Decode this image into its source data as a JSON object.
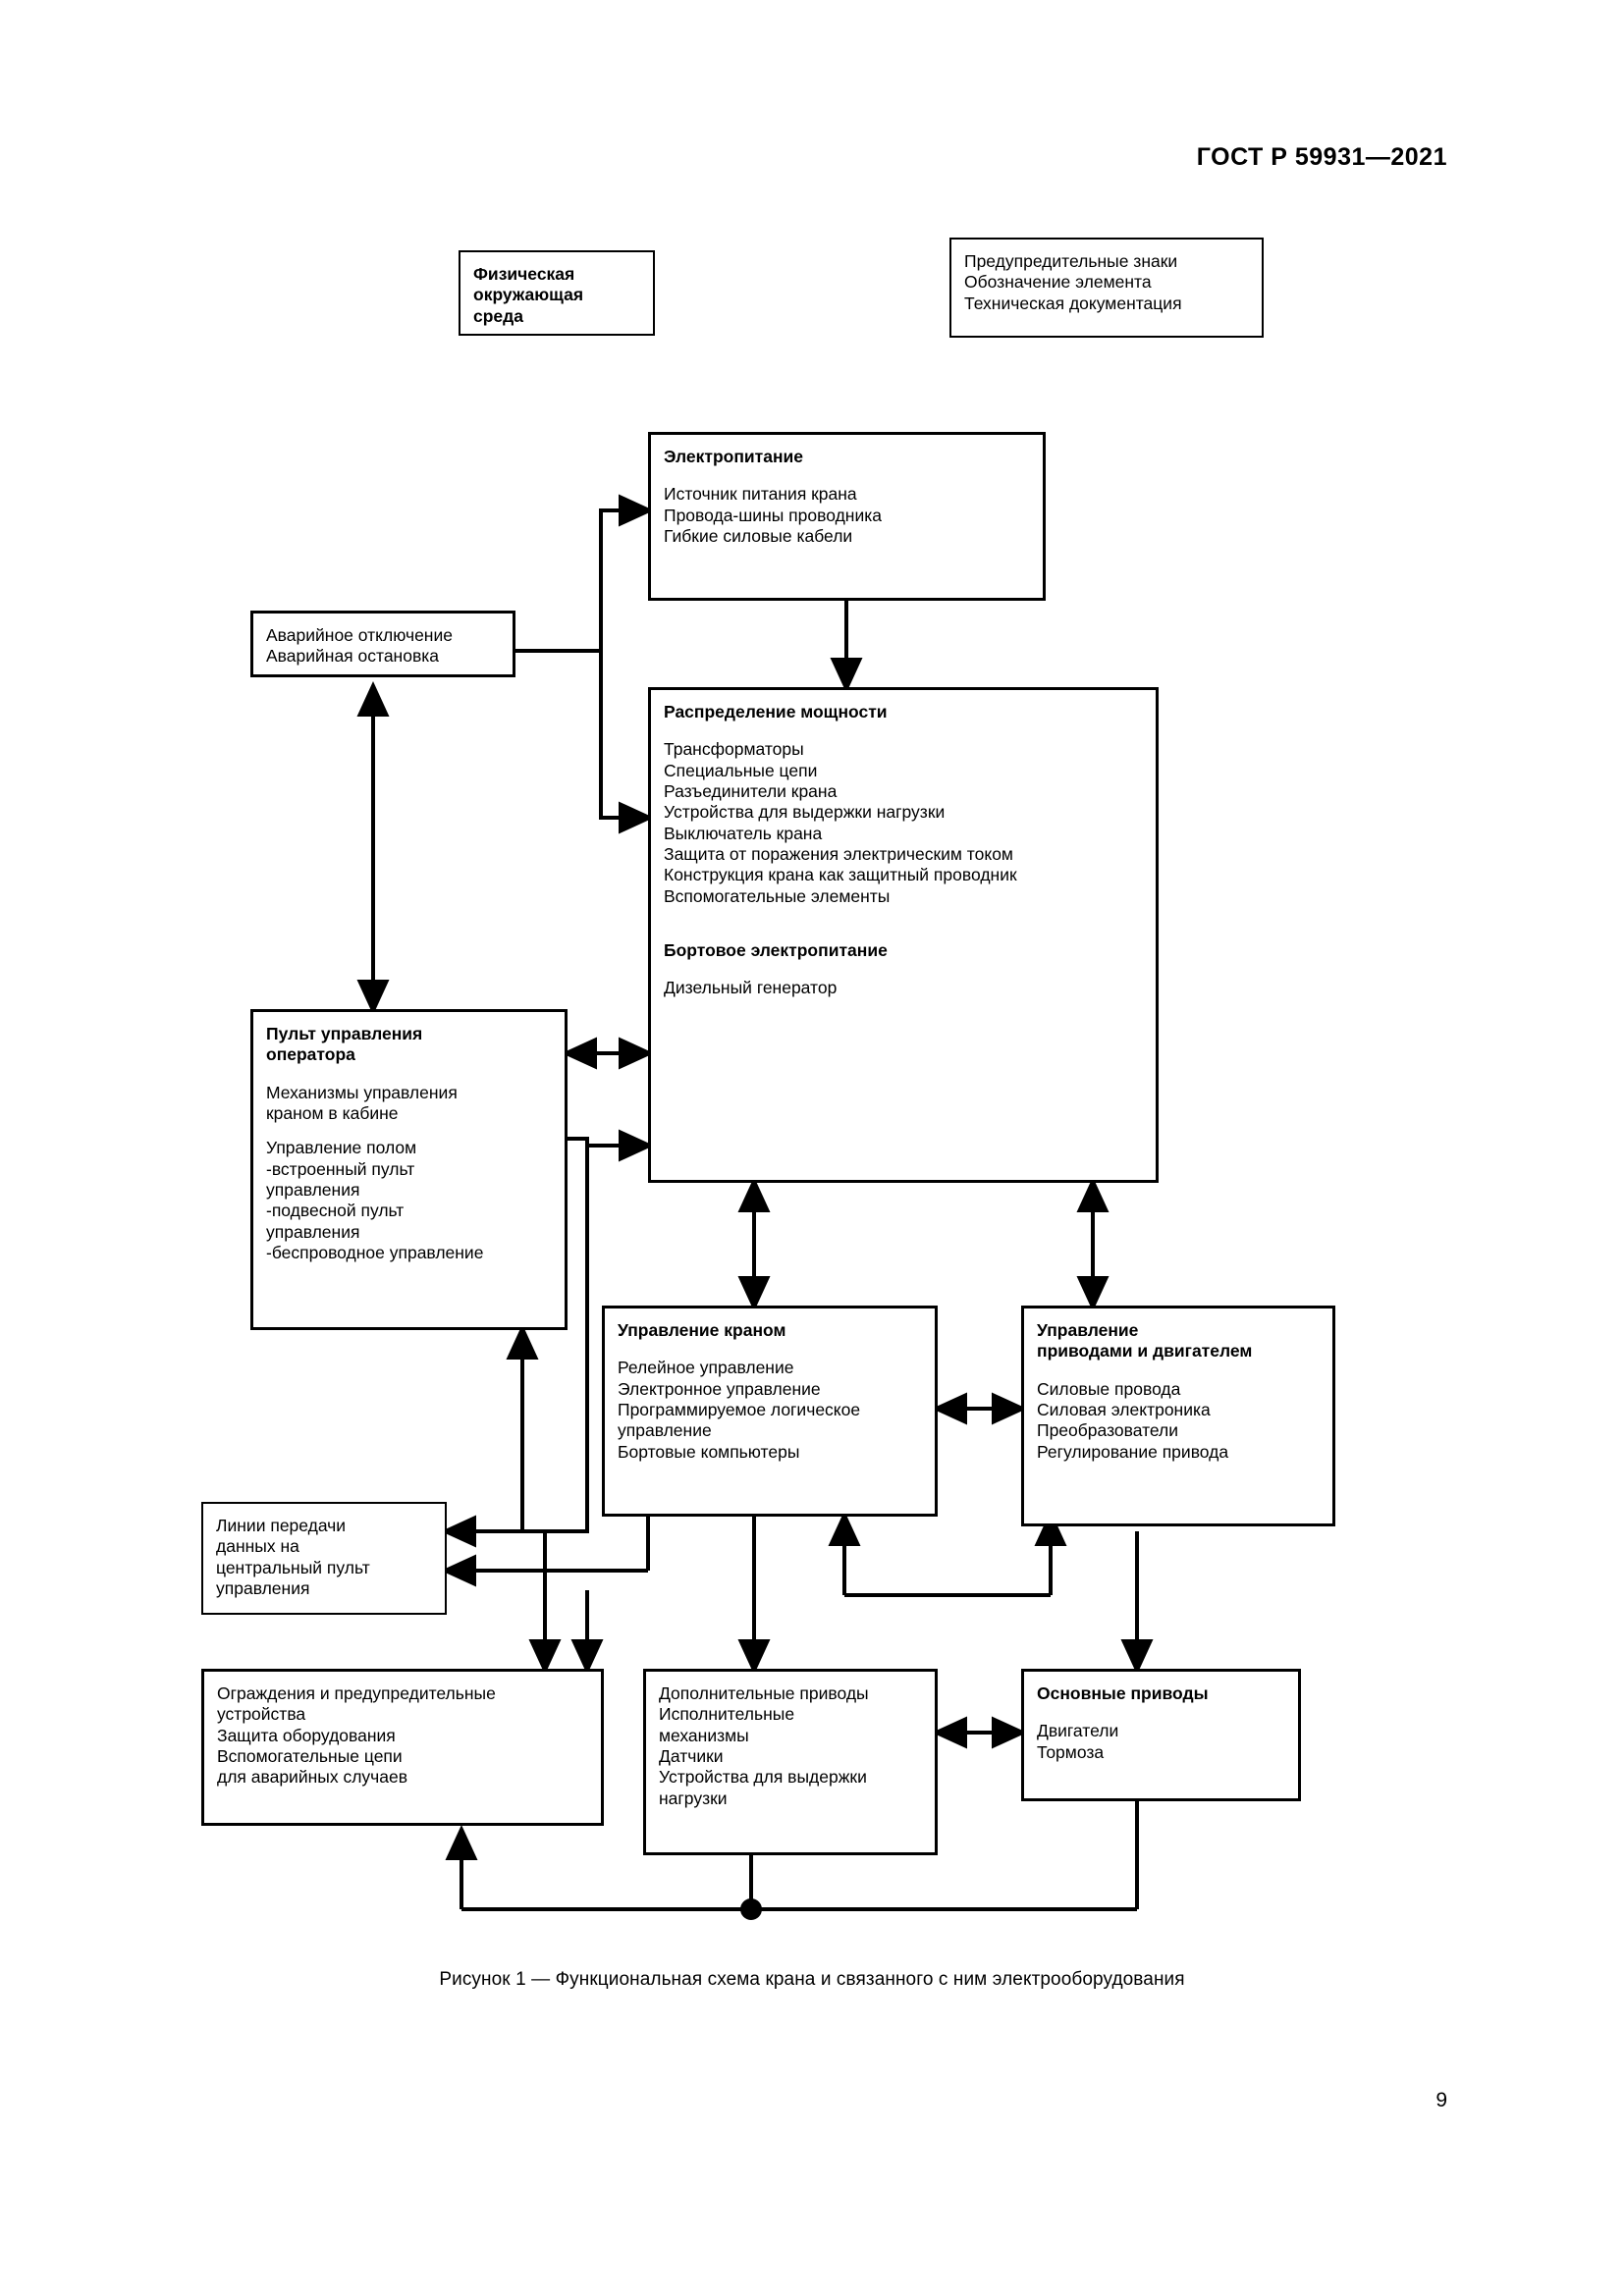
{
  "document": {
    "standard_header": "ГОСТ Р 59931—2021",
    "figure_caption": "Рисунок 1 — Функциональная схема крана и связанного с ним электрооборудования",
    "page_number": "9"
  },
  "diagram": {
    "type": "block-flow-diagram",
    "nodes": {
      "physical_environment": {
        "title": "Физическая\nокружающая\nсреда"
      },
      "warning_signs": {
        "lines": "Предупредительные знаки\nОбозначение элемента\nТехническая документация"
      },
      "power_supply": {
        "title": "Электропитание",
        "lines": "Источник питания крана\nПровода-шины проводника\nГибкие силовые кабели"
      },
      "emergency_stop": {
        "lines": "Аварийное отключение\nАварийная остановка"
      },
      "power_distribution": {
        "title": "Распределение мощности",
        "lines": "Трансформаторы\nСпециальные цепи\nРазъединители крана\nУстройства для выдержки нагрузки\nВыключатель крана\nЗащита от поражения электрическим током\nКонструкция крана как защитный проводник\nВспомогательные элементы",
        "subtitle": "Бортовое электропитание",
        "sublines": "Дизельный генератор"
      },
      "operator_console": {
        "title": "Пульт управления\nоператора",
        "lines": "Механизмы управления\nкраном в кабине",
        "lines2": "Управление полом\n-встроенный пульт\nуправления\n-подвесной пульт\nуправления\n-беспроводное управление"
      },
      "crane_control": {
        "title": "Управление краном",
        "lines": "Релейное управление\nЭлектронное управление\nПрограммируемое логическое\nуправление\nБортовые компьютеры"
      },
      "drive_motor_control": {
        "title": "Управление\nприводами и двигателем",
        "lines": "Силовые провода\nСиловая электроника\nПреобразователи\nРегулирование привода"
      },
      "data_lines": {
        "lines": "Линии передачи\nданных на\nцентральный пульт\nуправления"
      },
      "guards_warning": {
        "lines": "Ограждения и предупредительные\nустройства\nЗащита оборудования\nВспомогательные цепи\nдля аварийных случаев"
      },
      "auxiliary_drives": {
        "lines": "Дополнительные приводы\nИсполнительные\nмеханизмы\nДатчики\nУстройства для выдержки\nнагрузки"
      },
      "main_drives": {
        "title": "Основные приводы",
        "lines": "Двигатели\nТормоза"
      }
    },
    "colors": {
      "stroke": "#000000",
      "background": "#ffffff"
    }
  }
}
